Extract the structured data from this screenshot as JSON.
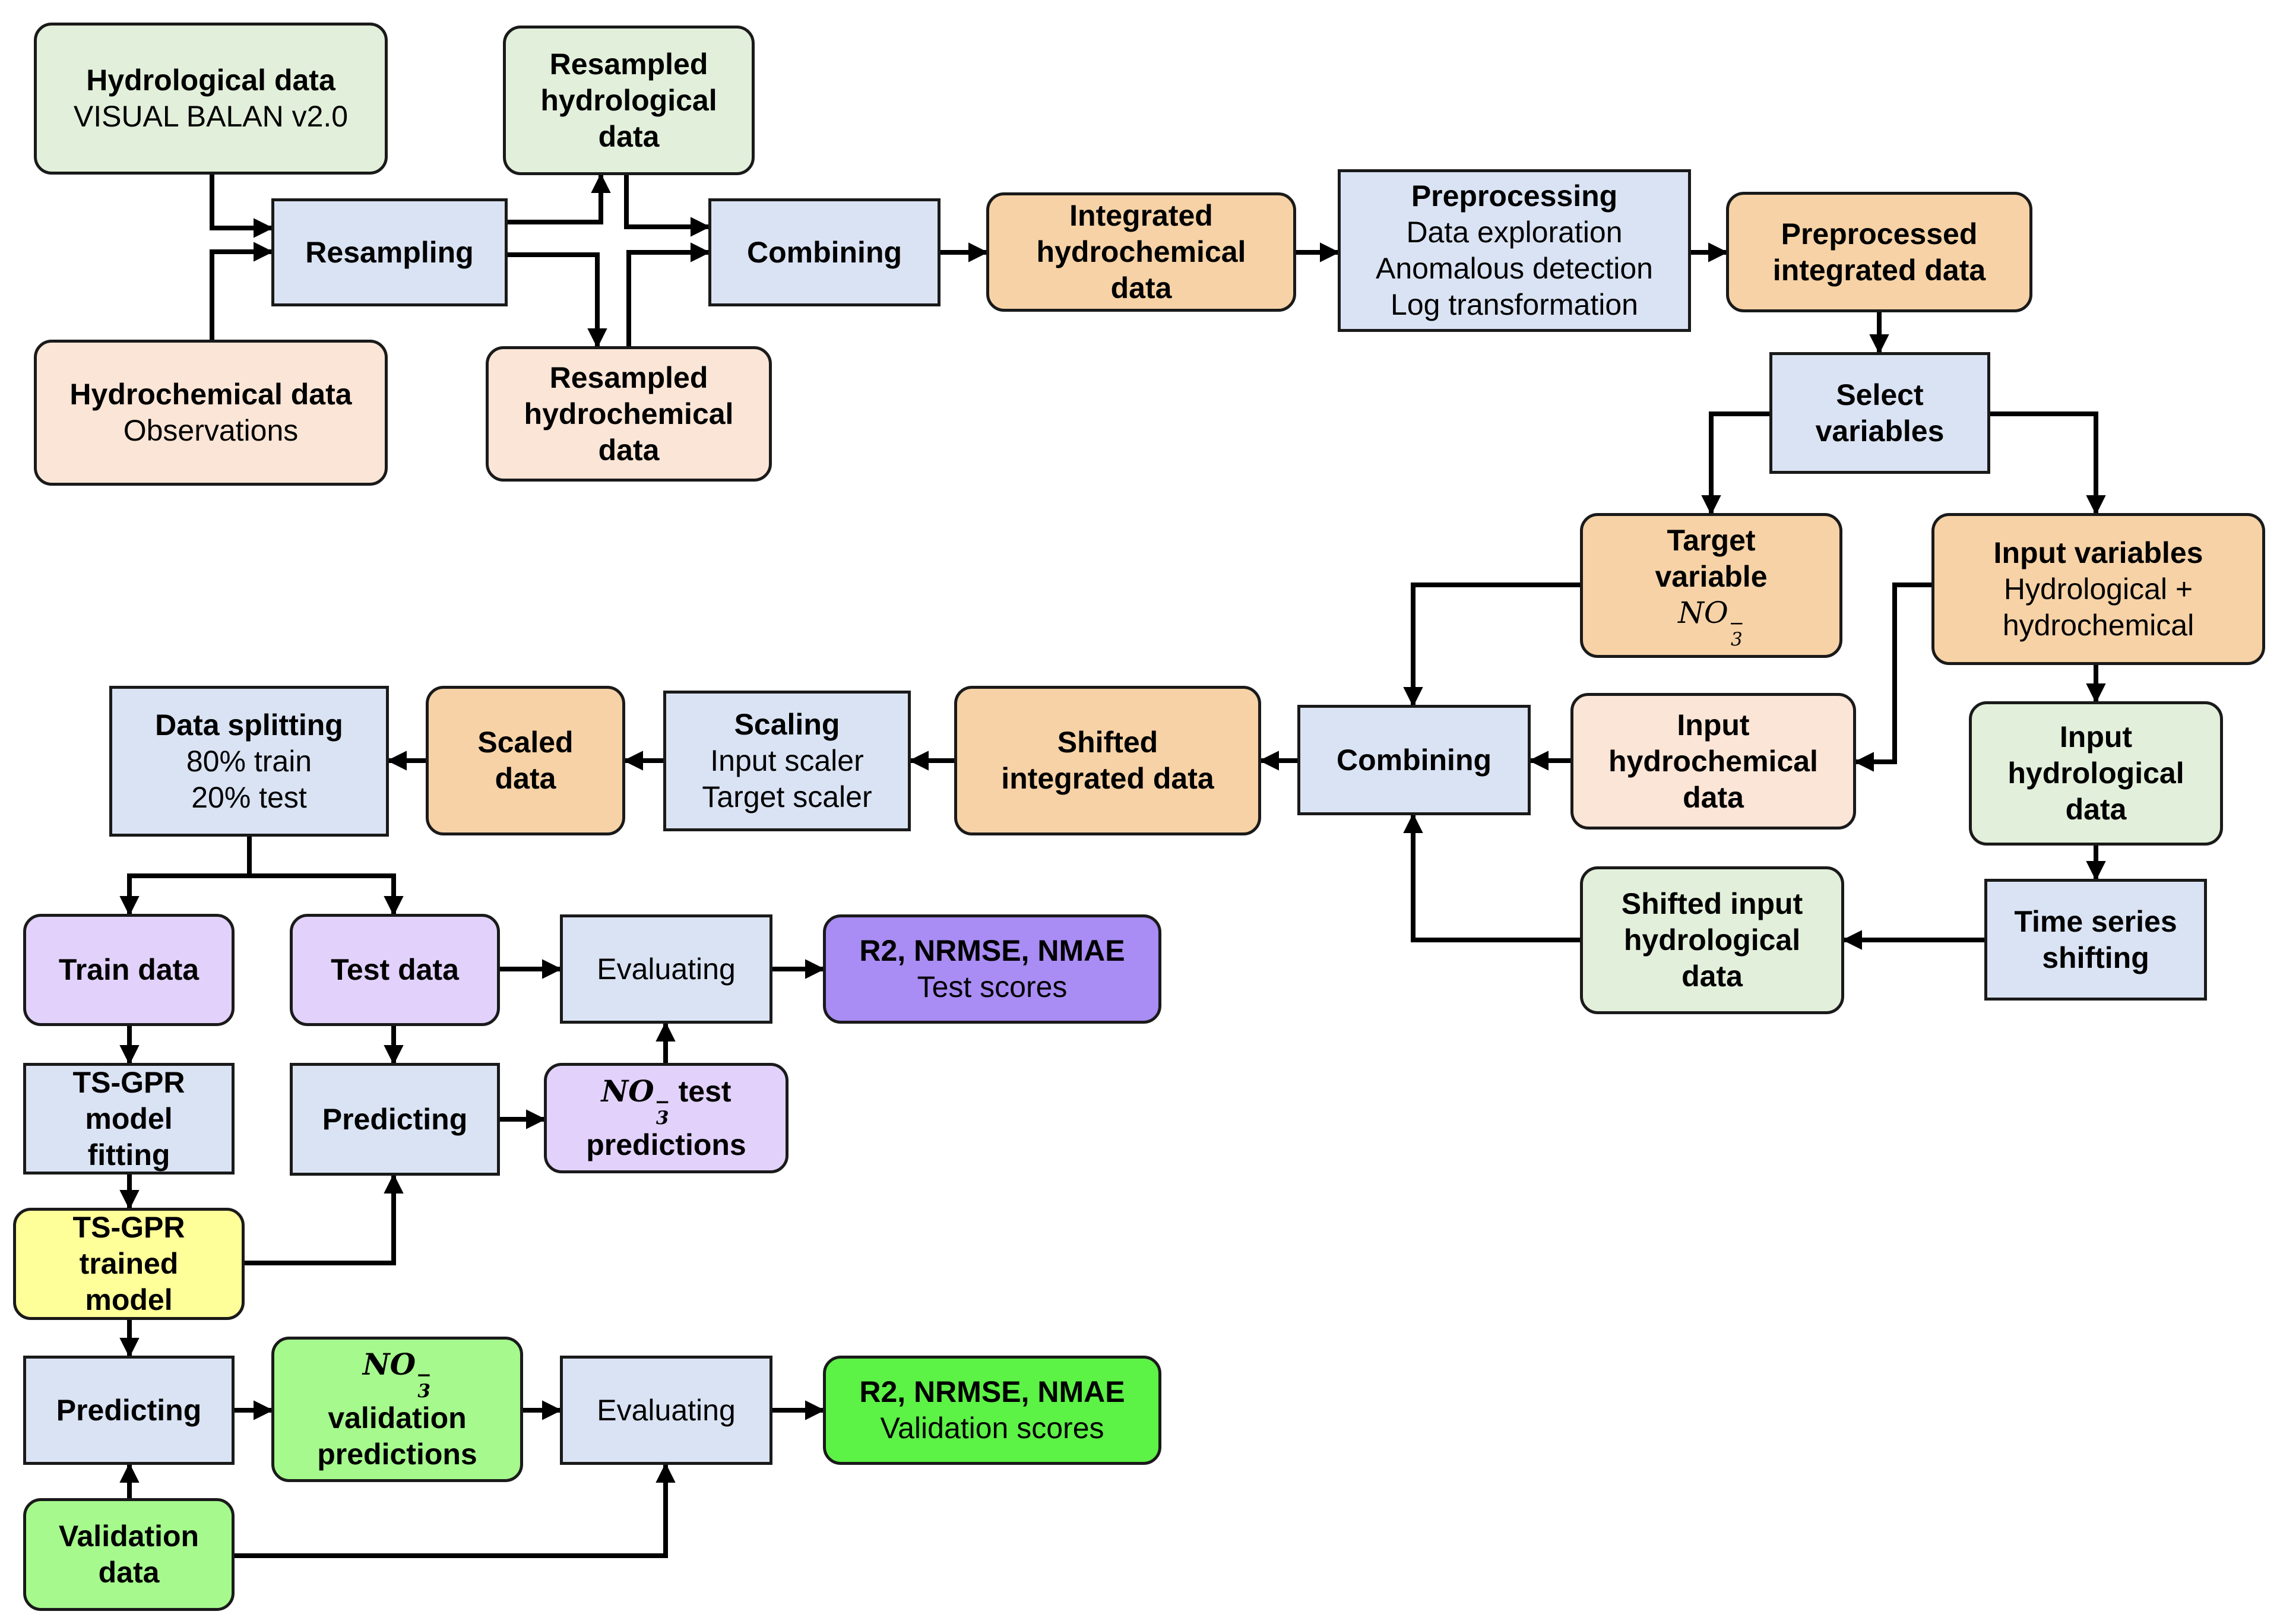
{
  "nodes": {
    "hydro_data": {
      "title": "Hydrological data",
      "sub": "VISUAL BALAN v2.0"
    },
    "hydrochem_data": {
      "title": "Hydrochemical data",
      "sub": "Observations"
    },
    "resampling": {
      "title": "Resampling"
    },
    "resampled_hydro": {
      "title": "Resampled hydrological data"
    },
    "resampled_hydrochem": {
      "title": "Resampled hydrochemical data"
    },
    "combining_top": {
      "title": "Combining"
    },
    "integrated": {
      "title": "Integrated hydrochemical data"
    },
    "preprocessing": {
      "title": "Preprocessing",
      "lines": [
        "Data exploration",
        "Anomalous detection",
        "Log transformation"
      ]
    },
    "preprocessed": {
      "title": "Preprocessed integrated data"
    },
    "select_vars": {
      "title": "Select variables"
    },
    "target_var": {
      "title": "Target variable",
      "formula_base": "NO",
      "formula_sub": "3",
      "formula_sup": "−"
    },
    "input_vars": {
      "title": "Input variables",
      "sub": "Hydrological + hydrochemical"
    },
    "input_hydrochem": {
      "title": "Input hydrochemical data"
    },
    "input_hydro": {
      "title": "Input hydrological data"
    },
    "ts_shifting": {
      "title": "Time series shifting"
    },
    "shifted_input_hydro": {
      "title": "Shifted input hydrological data"
    },
    "combining_mid": {
      "title": "Combining"
    },
    "shifted_integrated": {
      "title": "Shifted integrated data"
    },
    "scaling": {
      "title": "Scaling",
      "lines": [
        "Input scaler",
        "Target scaler"
      ]
    },
    "scaled": {
      "title": "Scaled data"
    },
    "splitting": {
      "title": "Data splitting",
      "lines": [
        "80% train",
        "20% test"
      ]
    },
    "train": {
      "title": "Train data"
    },
    "test": {
      "title": "Test data"
    },
    "evaluating_test": {
      "title": "Evaluating"
    },
    "test_scores": {
      "title": "R2, NRMSE, NMAE",
      "sub": "Test scores"
    },
    "fitting": {
      "title": "TS-GPR model fitting"
    },
    "predicting_test": {
      "title": "Predicting"
    },
    "test_predictions": {
      "formula_base": "NO",
      "formula_sub": "3",
      "formula_sup": "−",
      "after": "test",
      "title": "predictions"
    },
    "trained_model": {
      "title": "TS-GPR trained model"
    },
    "predicting_val": {
      "title": "Predicting"
    },
    "val_predictions": {
      "formula_base": "NO",
      "formula_sub": "3",
      "formula_sup": "−",
      "title": "validation predictions"
    },
    "evaluating_val": {
      "title": "Evaluating"
    },
    "val_scores": {
      "title": "R2, NRMSE, NMAE",
      "sub": "Validation scores"
    },
    "validation": {
      "title": "Validation data"
    }
  },
  "colors": {
    "blue_box": "#dae3f3",
    "green_box": "#e2efda",
    "pink_box": "#fbe5d6",
    "orange_box": "#f8cbad",
    "lavender_box": "#e2d2fb",
    "purple_box": "#a98cf4",
    "yellow_box": "#ffff99",
    "light_green_box": "#a6f98d",
    "bright_green_box": "#5cf246",
    "stroke": "#1a1a1a"
  }
}
